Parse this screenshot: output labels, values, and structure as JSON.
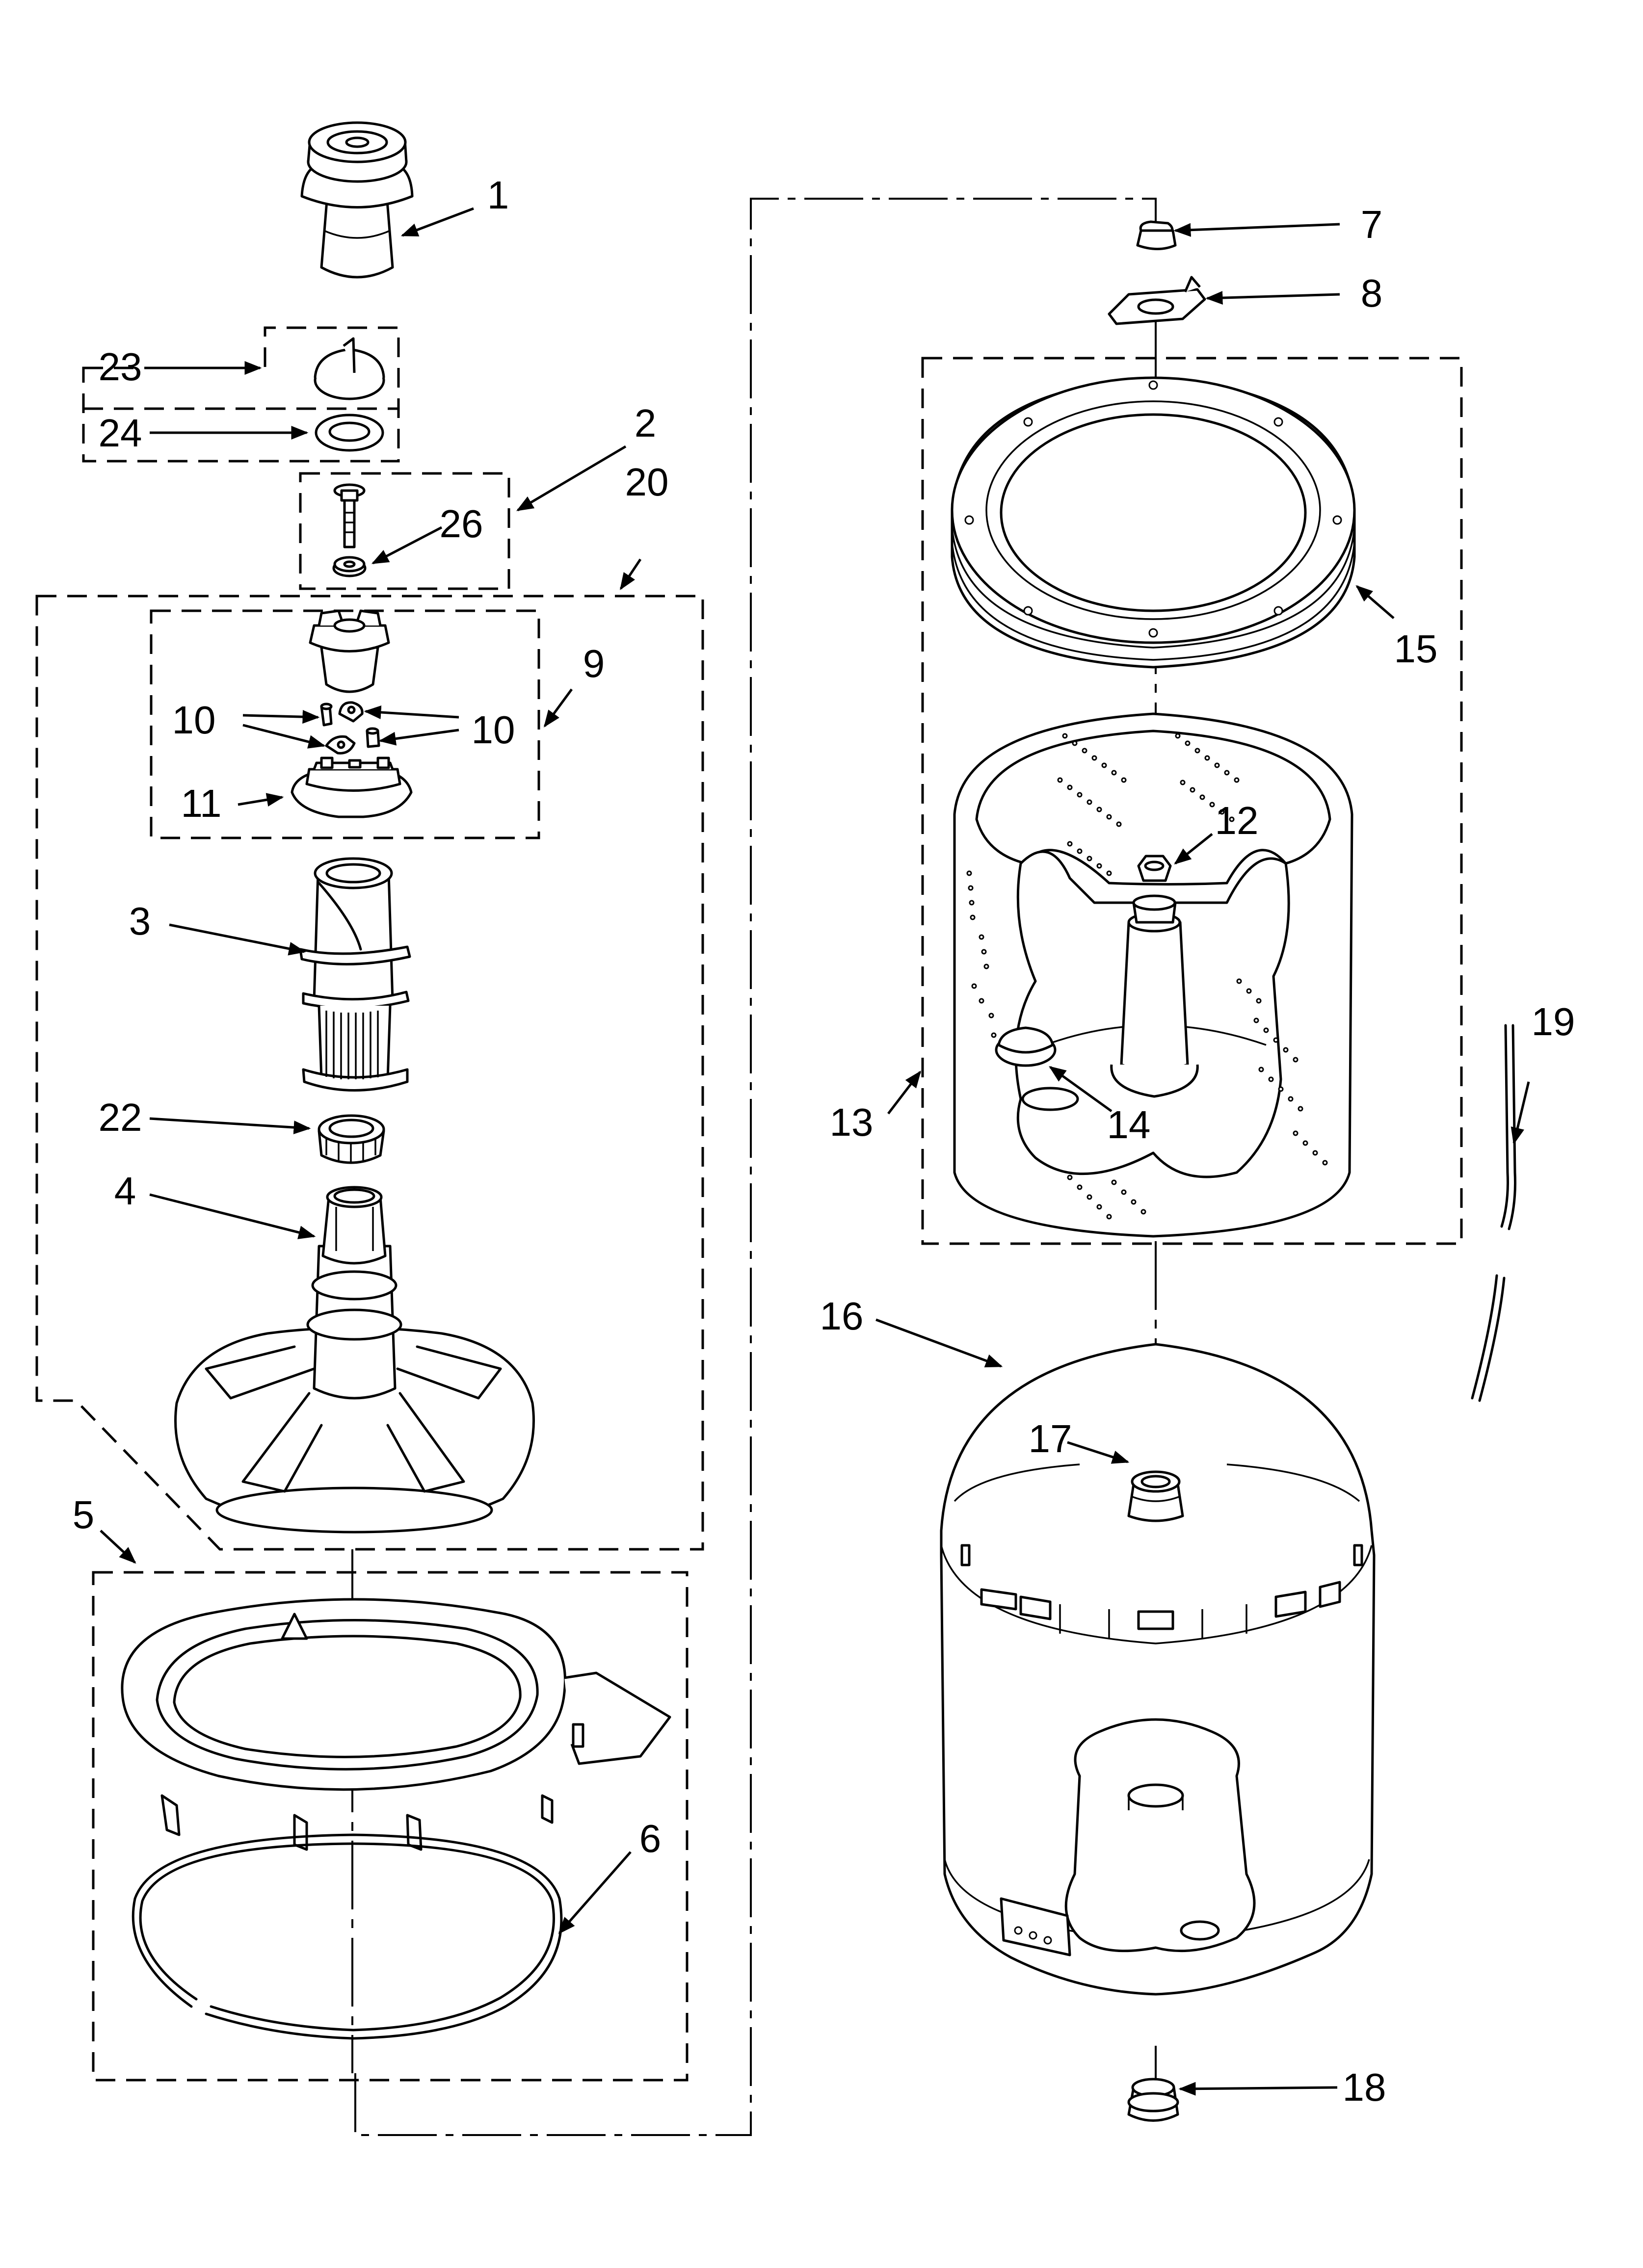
{
  "callouts": {
    "c1": "1",
    "c2": "2",
    "c3": "3",
    "c4": "4",
    "c5": "5",
    "c6": "6",
    "c7": "7",
    "c8": "8",
    "c9": "9",
    "c10a": "10",
    "c10b": "10",
    "c11": "11",
    "c12": "12",
    "c13": "13",
    "c14": "14",
    "c15": "15",
    "c16": "16",
    "c17": "17",
    "c18": "18",
    "c19": "19",
    "c20": "20",
    "c22": "22",
    "c23": "23",
    "c24": "24",
    "c26": "26"
  },
  "icons": {
    "arrowhead": "arrowhead-icon"
  },
  "colors": {
    "line": "#000000",
    "background": "#ffffff"
  }
}
